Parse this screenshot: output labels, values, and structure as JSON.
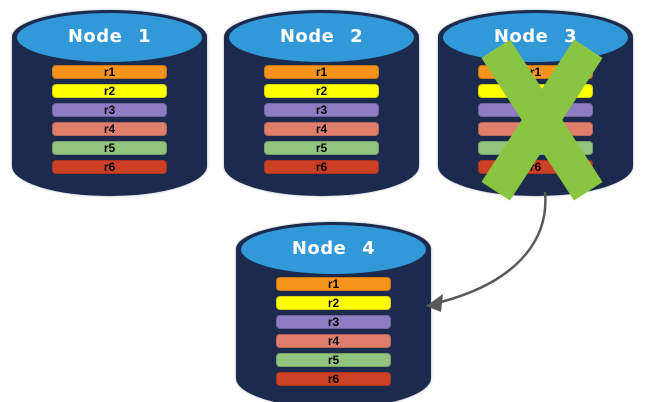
{
  "diagram": {
    "description": "Four database nodes with replicas; Node 3 failed, arrow to Node 4",
    "background": "#ffffff"
  },
  "colors": {
    "cylinder_body": "#1c2b4d",
    "cylinder_top": "#3299d9",
    "label_text": "#ffffff",
    "bar_text": "#000000",
    "x_mark": "#89c540",
    "arrow": "#595959"
  },
  "nodes": [
    {
      "label": "Node 1",
      "failed": false
    },
    {
      "label": "Node 2",
      "failed": false
    },
    {
      "label": "Node 3",
      "failed": true
    },
    {
      "label": "Node 4",
      "failed": false
    }
  ],
  "replicas": [
    {
      "label": "r1",
      "color": "#f7941d"
    },
    {
      "label": "r2",
      "color": "#ffff00"
    },
    {
      "label": "r3",
      "color": "#8e7cc3"
    },
    {
      "label": "r4",
      "color": "#df7e6b"
    },
    {
      "label": "r5",
      "color": "#93c47d"
    },
    {
      "label": "r6",
      "color": "#cc4125"
    }
  ],
  "failure_mark": {
    "node": "Node 3",
    "symbol": "X",
    "color": "#89c540"
  },
  "arrow": {
    "from": "Node 3",
    "to": "Node 4",
    "color": "#595959"
  }
}
